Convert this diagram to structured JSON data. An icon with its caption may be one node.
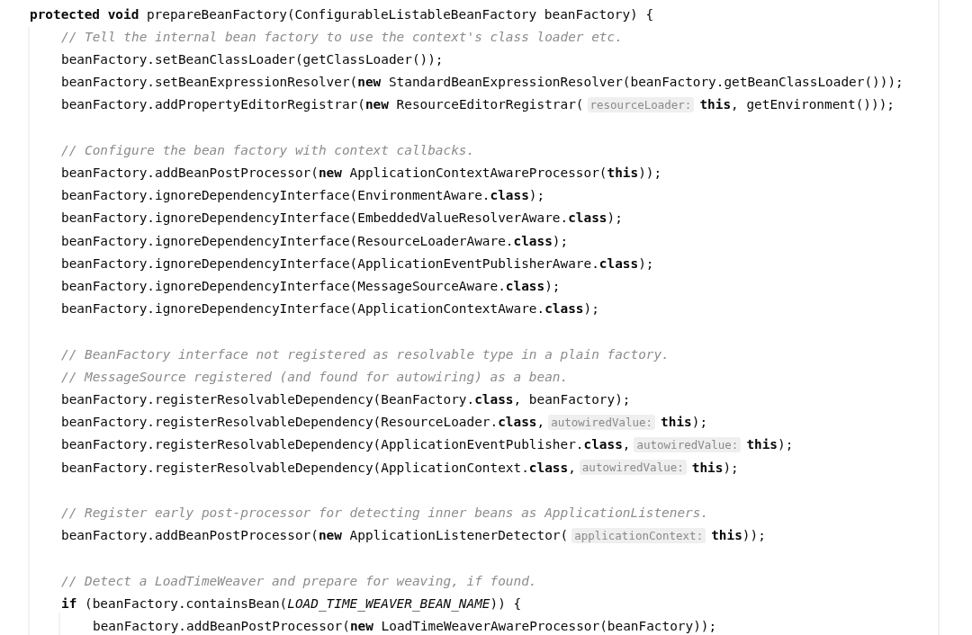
{
  "diagram": {
    "labels": [
      "**protected void** prepareBeanFactory(ConfigurableListableBeanFactory beanFactory) {",
      "// Tell the internal bean factory to use the context's class loader etc.",
      "beanFactory.setBeanClassLoader(getClassLoader());",
      "beanFactory.setBeanExpressionResolver(**new** StandardBeanExpressionResolver(beanFactory.getBeanClassLoader()));",
      "beanFactory.addPropertyEditorRegistrar(**new** ResourceEditorRegistrar(",
      "resourceLoader:",
      "**this**, getEnvironment()));",
      "// Configure the bean factory with context callbacks.",
      "beanFactory.addBeanPostProcessor(**new** ApplicationContextAwareProcessor(**this**));",
      "beanFactory.ignoreDependencyInterface(EnvironmentAware.**class**);",
      "beanFactory.ignoreDependencyInterface(EmbeddedValueResolverAware.**class**);",
      "beanFactory.ignoreDependencyInterface(ResourceLoaderAware.**class**);",
      "beanFactory.ignoreDependencyInterface(ApplicationEventPublisherAware.**class**);",
      "beanFactory.ignoreDependencyInterface(MessageSourceAware.**class**);",
      "beanFactory.ignoreDependencyInterface(ApplicationContextAware.**class**);",
      "// BeanFactory interface not registered as resolvable type in a plain factory.",
      "// MessageSource registered (and found for autowiring) as a bean.",
      "beanFactory.registerResolvableDependency(BeanFactory.**class**, beanFactory);",
      "beanFactory.registerResolvableDependency(ResourceLoader.**class**,",
      "autowiredValue:",
      "**this**);",
      "beanFactory.registerResolvableDependency(ApplicationEventPublisher.**class**,",
      "autowiredValue:",
      "**this**);",
      "beanFactory.registerResolvableDependency(ApplicationContext.**class**,",
      "autowiredValue:",
      "**this**);",
      "// Register early post-processor for detecting inner beans as ApplicationListeners.",
      "beanFactory.addBeanPostProcessor(**new** ApplicationListenerDetector(",
      "applicationContext:",
      "**this**));",
      "// Detect a LoadTimeWeaver and prepare for weaving, if found.",
      "**if** (beanFactory.containsBean(*LOAD_TIME_WEAVER_BEAN_NAME*)) {",
      "beanFactory.addBeanPostProcessor(**new** LoadTimeWeaverAwareProcessor(beanFactory));"
    ]
  }
}
